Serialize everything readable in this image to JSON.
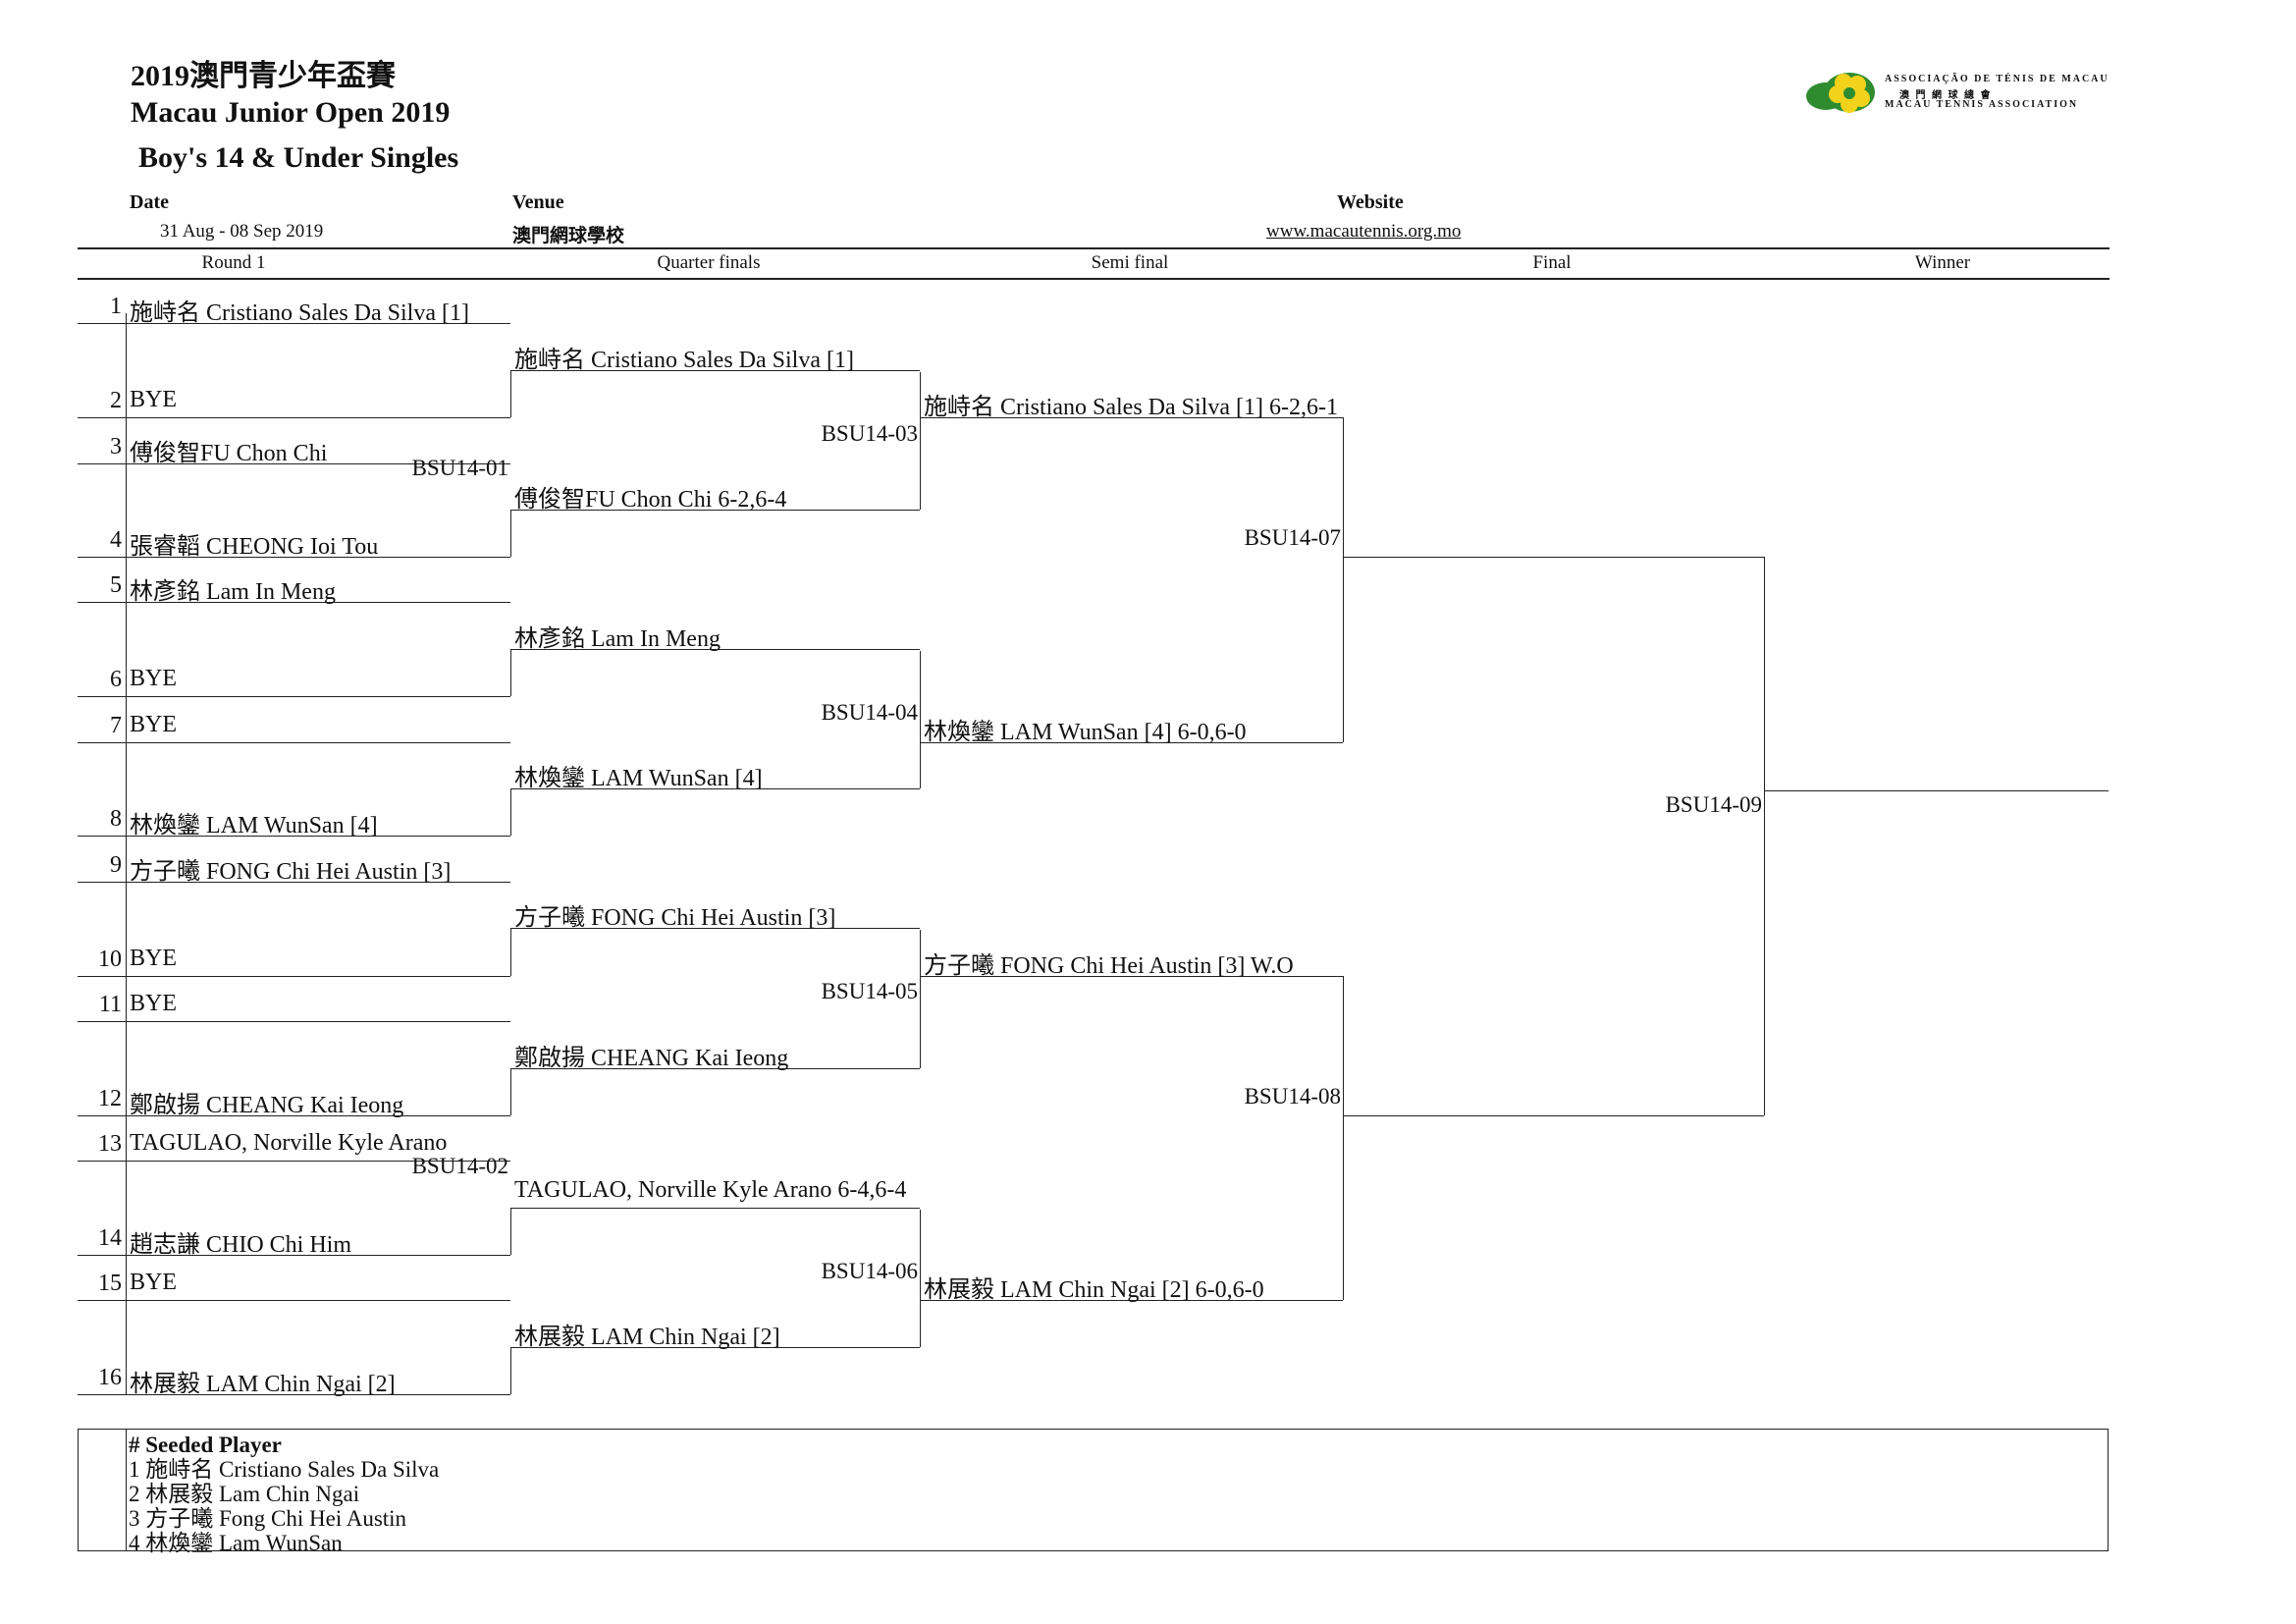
{
  "header": {
    "title_cn": "2019澳門青少年盃賽",
    "title_en": "Macau Junior Open 2019",
    "event": "Boy's 14 & Under Singles",
    "date_label": "Date",
    "date_value": "31 Aug - 08 Sep 2019",
    "venue_label": "Venue",
    "venue_value": "澳門網球學校",
    "website_label": "Website",
    "website_value": "www.macautennis.org.mo"
  },
  "logo": {
    "line1": "ASSOCIAÇÃO DE TÉNIS DE MACAU",
    "line2": "澳 門 網 球 總 會",
    "line3": "MACAU TENNIS ASSOCIATION",
    "colors": {
      "green": "#2e8b2e",
      "yellow": "#f2d21b"
    }
  },
  "rounds": [
    "Round 1",
    "Quarter finals",
    "Semi final",
    "Final",
    "Winner"
  ],
  "round1": [
    {
      "num": "1",
      "name": "施峙名 Cristiano Sales Da Silva [1]"
    },
    {
      "num": "2",
      "name": "BYE"
    },
    {
      "num": "3",
      "name": "傅俊智FU Chon Chi"
    },
    {
      "num": "4",
      "name": "張睿韜 CHEONG Ioi Tou"
    },
    {
      "num": "5",
      "name": "林彥銘 Lam In Meng"
    },
    {
      "num": "6",
      "name": "BYE"
    },
    {
      "num": "7",
      "name": "BYE"
    },
    {
      "num": "8",
      "name": "林煥鑾 LAM WunSan [4]"
    },
    {
      "num": "9",
      "name": "方子曦 FONG Chi Hei Austin [3]"
    },
    {
      "num": "10",
      "name": "BYE"
    },
    {
      "num": "11",
      "name": "BYE"
    },
    {
      "num": "12",
      "name": "鄭啟揚 CHEANG Kai Ieong"
    },
    {
      "num": "13",
      "name": "TAGULAO, Norville Kyle Arano"
    },
    {
      "num": "14",
      "name": "趙志謙 CHIO Chi Him"
    },
    {
      "num": "15",
      "name": "BYE"
    },
    {
      "num": "16",
      "name": "林展毅 LAM Chin Ngai [2]"
    }
  ],
  "quarterfinals": [
    {
      "name": "施峙名 Cristiano Sales Da Silva [1]",
      "code": ""
    },
    {
      "name": "傅俊智FU Chon Chi 6-2,6-4",
      "code": "BSU14-01"
    },
    {
      "name": "林彥銘 Lam In Meng",
      "code": ""
    },
    {
      "name": "林煥鑾 LAM WunSan [4]",
      "code": ""
    },
    {
      "name": "方子曦 FONG Chi Hei Austin [3]",
      "code": ""
    },
    {
      "name": "鄭啟揚 CHEANG Kai Ieong",
      "code": ""
    },
    {
      "name": "TAGULAO, Norville Kyle Arano 6-4,6-4",
      "code": "BSU14-02"
    },
    {
      "name": "林展毅 LAM Chin Ngai [2]",
      "code": ""
    }
  ],
  "semifinals": [
    {
      "name": "施峙名 Cristiano Sales Da Silva [1] 6-2,6-1",
      "code": "BSU14-03"
    },
    {
      "name": "林煥鑾 LAM WunSan [4] 6-0,6-0",
      "code": "BSU14-04"
    },
    {
      "name": "方子曦 FONG Chi Hei Austin [3] W.O",
      "code": "BSU14-05"
    },
    {
      "name": "林展毅 LAM Chin Ngai [2] 6-0,6-0",
      "code": "BSU14-06"
    }
  ],
  "final_codes": [
    "BSU14-07",
    "BSU14-08"
  ],
  "winner_code": "BSU14-09",
  "seeds": {
    "title": "# Seeded Player",
    "list": [
      "1 施峙名 Cristiano Sales Da Silva",
      "2 林展毅 Lam Chin Ngai",
      "3 方子曦 Fong Chi Hei Austin",
      "4 林煥鑾 Lam WunSan"
    ]
  }
}
